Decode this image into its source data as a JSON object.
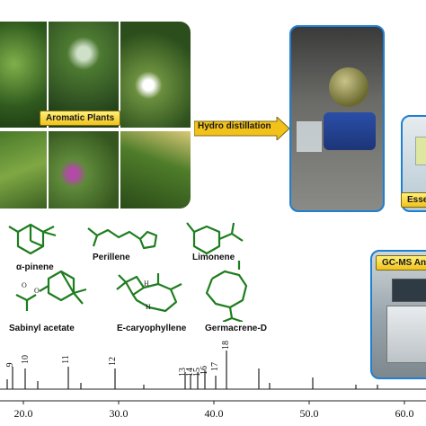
{
  "workflow": {
    "plants_label": "Aromatic Plants",
    "distill_label": "Hydro distillation",
    "essential_label": "Esse",
    "gcms_label": "GC-MS An"
  },
  "compounds": [
    {
      "name": "α-pinene",
      "icon": "alpha-pinene-structure"
    },
    {
      "name": "Perillene",
      "icon": "perillene-structure"
    },
    {
      "name": "Limonene",
      "icon": "limonene-structure"
    },
    {
      "name": "Sabinyl acetate",
      "icon": "sabinyl-acetate-structure"
    },
    {
      "name": "E-caryophyllene",
      "icon": "e-caryophyllene-structure"
    },
    {
      "name": "Germacrene-D",
      "icon": "germacrene-d-structure"
    }
  ],
  "chromatogram": {
    "x_ticks": [
      "20.0",
      "30.0",
      "40.0",
      "50.0",
      "60.0"
    ],
    "peak_labels": [
      "9",
      "10",
      "11",
      "12",
      "13",
      "14",
      "15",
      "16",
      "17",
      "18"
    ]
  },
  "colors": {
    "green_structure": "#1e7d1e",
    "tag_yellow": "#f2c21b",
    "frame_blue": "#1f7fd1"
  }
}
